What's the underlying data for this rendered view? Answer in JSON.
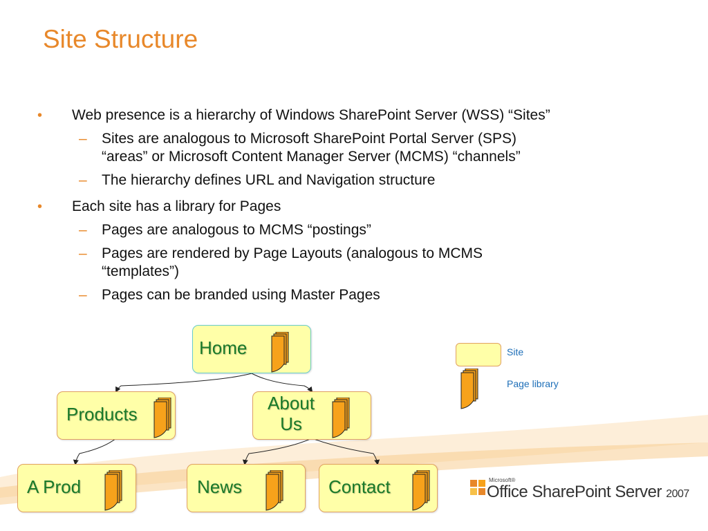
{
  "slide": {
    "title": "Site Structure"
  },
  "bullets": [
    {
      "text": "Web presence is a hierarchy of Windows SharePoint Server (WSS) “Sites”",
      "subs": [
        "Sites are analogous to Microsoft SharePoint Portal Server (SPS)",
        "“areas” or Microsoft Content Manager Server (MCMS) “channels”",
        "The hierarchy defines URL and Navigation structure"
      ]
    },
    {
      "text": "Each site has a library for Pages",
      "subs": [
        "Pages are analogous to MCMS “postings”",
        "Pages are rendered by Page Layouts (analogous to MCMS",
        "“templates”)",
        "Pages can be branded using Master Pages"
      ]
    }
  ],
  "diagram": {
    "nodes": {
      "home": "Home",
      "products": "Products",
      "about_line1": "About",
      "about_line2": "Us",
      "aprod": "A Prod",
      "news": "News",
      "contact": "Contact"
    },
    "legend": {
      "site": "Site",
      "page_library": "Page library"
    }
  },
  "logo": {
    "microsoft": "Microsoft®",
    "product": "Office SharePoint Server",
    "year": "2007"
  },
  "colors": {
    "title": "#E8882A",
    "node_fill": "#FFFFA8",
    "node_text": "#1A7A2A",
    "library": "#F7A21B",
    "legend_text": "#1E6FB8"
  }
}
